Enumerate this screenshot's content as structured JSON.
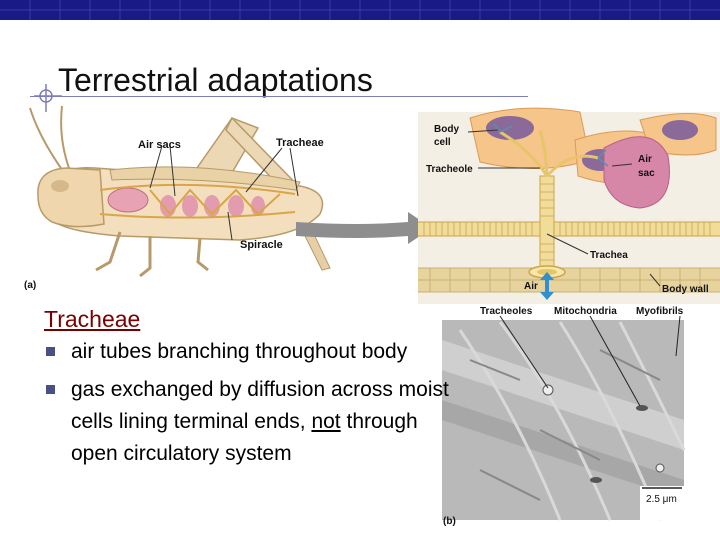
{
  "slide": {
    "title": "Terrestrial adaptations",
    "heading": "Tracheae",
    "bullets": [
      {
        "text": "air tubes branching throughout body"
      },
      {
        "before": "gas exchanged by diffusion across moist cells lining terminal ends, ",
        "emph": "not",
        "after": " through open circulatory system"
      }
    ]
  },
  "figure": {
    "labels": {
      "air_sacs": "Air sacs",
      "tracheae": "Tracheae",
      "spiracle": "Spiracle",
      "panel_a": "(a)",
      "body_cell": "Body cell",
      "body_cell_line1": "Body",
      "body_cell_line2": "cell",
      "tracheole": "Tracheole",
      "air_sac_line1": "Air",
      "air_sac_line2": "sac",
      "trachea": "Trachea",
      "air": "Air",
      "body_wall": "Body wall",
      "tracheoles": "Tracheoles",
      "mitochondria": "Mitochondria",
      "myofibrils": "Myofibrils",
      "scale": "2.5 μm",
      "panel_b": "(b)"
    }
  }
}
